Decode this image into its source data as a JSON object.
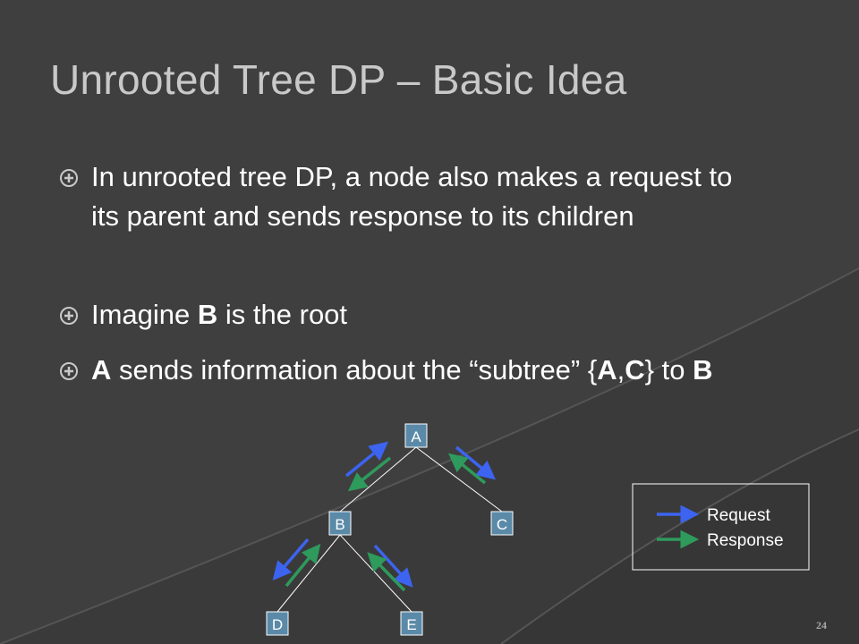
{
  "slide": {
    "title": "Unrooted Tree DP – Basic Idea",
    "bullets": [
      {
        "parts": [
          "In unrooted tree DP, a node also makes a request to its parent and sends response to its children"
        ]
      },
      {
        "parts": [
          "Imagine ",
          "B",
          " is the root"
        ]
      },
      {
        "parts": [
          "A",
          " sends information about the “subtree” {",
          "A",
          ",",
          "C",
          "} to ",
          "B"
        ]
      }
    ],
    "page_number": "24"
  },
  "tree": {
    "nodes": {
      "a": "A",
      "b": "B",
      "c": "C",
      "d": "D",
      "e": "E"
    },
    "colors": {
      "request": "#3c64f0",
      "response": "#2e9a5c",
      "node_fill": "#5a8aa8"
    }
  },
  "legend": {
    "request_label": "Request",
    "response_label": "Response"
  }
}
